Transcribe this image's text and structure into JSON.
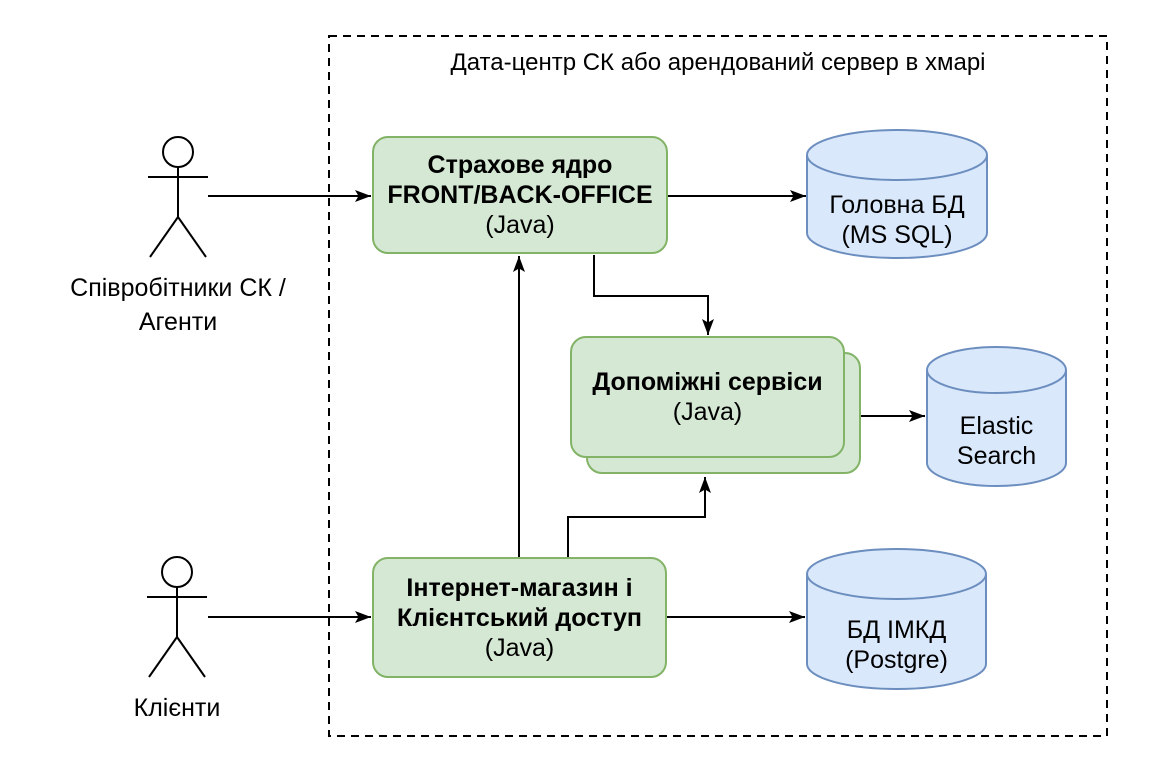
{
  "title": "Дата-центр СК або арендований сервер в хмарі",
  "actors": {
    "staff": {
      "label_line1": "Співробітники СК /",
      "label_line2": "Агенти"
    },
    "clients": {
      "label": "Клієнти"
    }
  },
  "nodes": {
    "core": {
      "title_line1": "Страхове ядро",
      "title_line2": "FRONT/BACK-OFFICE",
      "subtitle": "(Java)"
    },
    "aux": {
      "title": "Допоміжні сервіси",
      "subtitle": "(Java)"
    },
    "shop": {
      "title_line1": "Інтернет-магазин і",
      "title_line2": "Клієнтський доступ",
      "subtitle": "(Java)"
    },
    "main_db": {
      "line1": "Головна БД",
      "line2": "(MS SQL)"
    },
    "elastic_db": {
      "line1": "Elastic",
      "line2": "Search"
    },
    "imkd_db": {
      "line1": "БД ІМКД",
      "line2": "(Postgre)"
    }
  },
  "edges": [
    {
      "from": "actor-staff",
      "to": "core"
    },
    {
      "from": "actor-clients",
      "to": "shop"
    },
    {
      "from": "core",
      "to": "main_db"
    },
    {
      "from": "core",
      "to": "aux"
    },
    {
      "from": "shop",
      "to": "core"
    },
    {
      "from": "shop",
      "to": "aux"
    },
    {
      "from": "aux",
      "to": "elastic_db"
    },
    {
      "from": "shop",
      "to": "imkd_db"
    }
  ],
  "colors": {
    "process_fill": "#d5e8d4",
    "process_stroke": "#82b366",
    "database_fill": "#dae8fc",
    "database_stroke": "#6c8ebf",
    "connector": "#000000",
    "boundary": "#000000"
  }
}
